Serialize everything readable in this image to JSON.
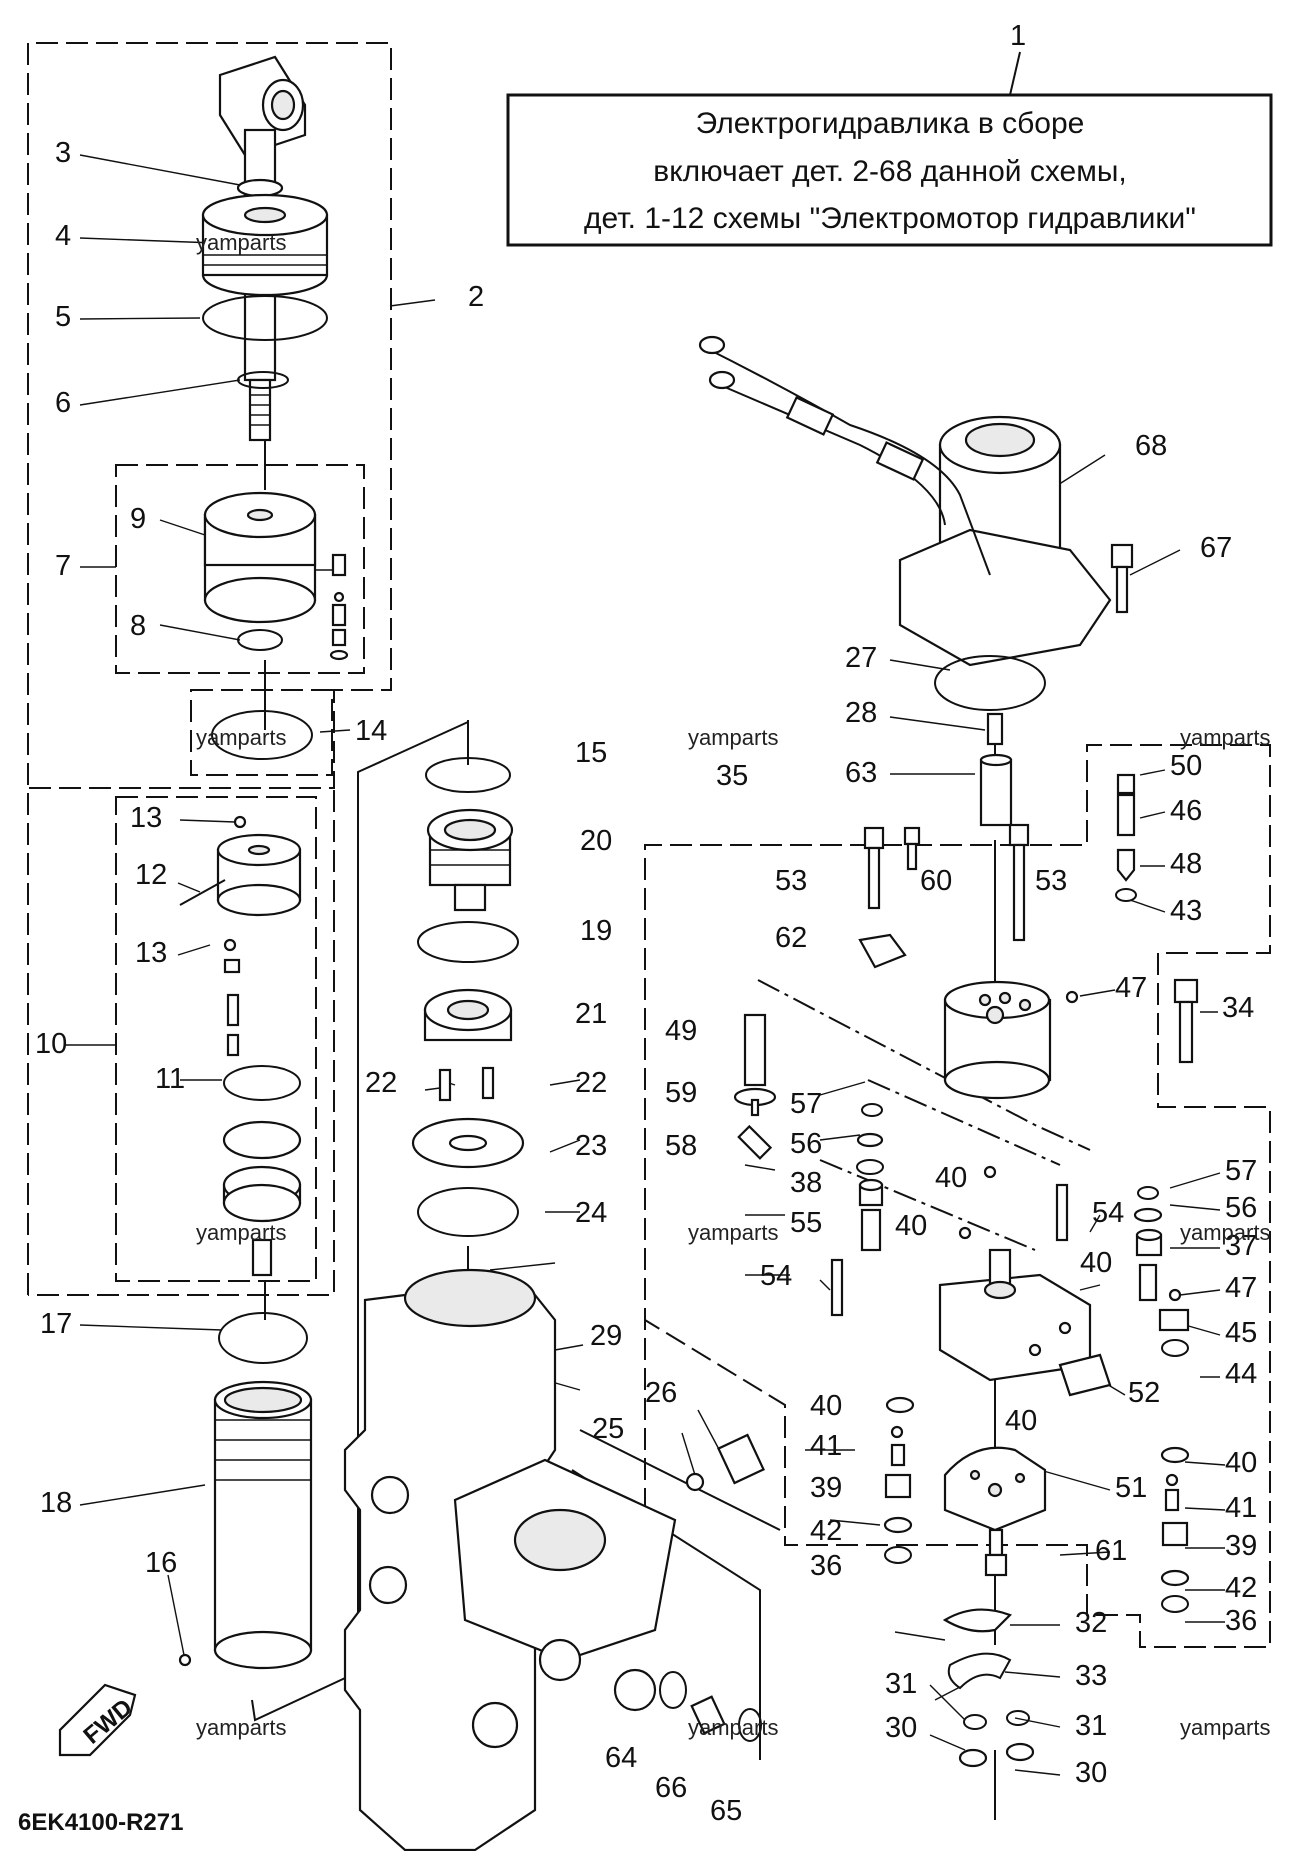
{
  "callout": {
    "number": "1",
    "line1": "Электрогидравлика в сборе",
    "line2": "включает дет. 2-68 данной схемы,",
    "line3": "дет. 1-12 схемы \"Электромотор гидравлики\""
  },
  "diagram_code": "6EK4100-R271",
  "fwd_label": "FWD",
  "watermark": "yamparts",
  "labels": {
    "n2": "2",
    "n3": "3",
    "n4": "4",
    "n5": "5",
    "n6": "6",
    "n7": "7",
    "n8": "8",
    "n9": "9",
    "n10": "10",
    "n11": "11",
    "n12": "12",
    "n13a": "13",
    "n13b": "13",
    "n14": "14",
    "n15": "15",
    "n16": "16",
    "n17": "17",
    "n18": "18",
    "n19": "19",
    "n20": "20",
    "n21": "21",
    "n22a": "22",
    "n22b": "22",
    "n23": "23",
    "n24": "24",
    "n25": "25",
    "n26": "26",
    "n27": "27",
    "n28": "28",
    "n29": "29",
    "n30a": "30",
    "n30b": "30",
    "n31a": "31",
    "n31b": "31",
    "n32": "32",
    "n33": "33",
    "n34": "34",
    "n35": "35",
    "n36a": "36",
    "n36b": "36",
    "n37": "37",
    "n38": "38",
    "n39a": "39",
    "n39b": "39",
    "n40a": "40",
    "n40b": "40",
    "n40c": "40",
    "n40d": "40",
    "n40e": "40",
    "n40f": "40",
    "n40g": "40",
    "n41a": "41",
    "n41b": "41",
    "n42a": "42",
    "n42b": "42",
    "n43": "43",
    "n44": "44",
    "n45": "45",
    "n46": "46",
    "n47a": "47",
    "n47b": "47",
    "n48": "48",
    "n49": "49",
    "n50": "50",
    "n51": "51",
    "n52": "52",
    "n53a": "53",
    "n53b": "53",
    "n54a": "54",
    "n54b": "54",
    "n55": "55",
    "n56a": "56",
    "n56b": "56",
    "n57a": "57",
    "n57b": "57",
    "n58": "58",
    "n59": "59",
    "n60": "60",
    "n61": "61",
    "n62": "62",
    "n63": "63",
    "n64": "64",
    "n65": "65",
    "n66": "66",
    "n67": "67",
    "n68": "68"
  }
}
